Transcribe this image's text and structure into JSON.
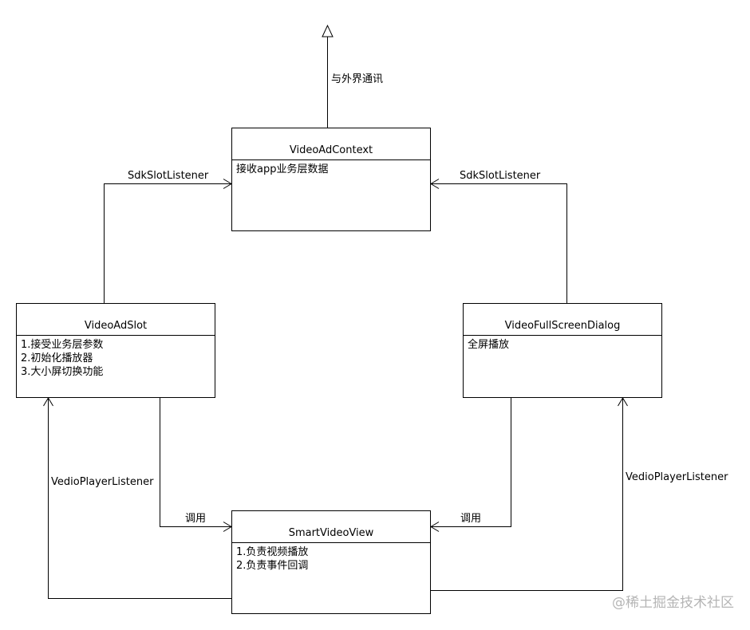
{
  "nodes": {
    "video_ad_context": {
      "title": "VideoAdContext",
      "lines": [
        "接收app业务层数据"
      ]
    },
    "video_ad_slot": {
      "title": "VideoAdSlot",
      "lines": [
        "1.接受业务层参数",
        "2.初始化播放器",
        "3.大小屏切换功能"
      ]
    },
    "video_full_screen_dialog": {
      "title": "VideoFullScreenDialog",
      "lines": [
        "全屏播放"
      ]
    },
    "smart_video_view": {
      "title": "SmartVideoView",
      "lines": [
        "1.负责视频播放",
        "2.负责事件回调"
      ]
    }
  },
  "edges": {
    "external": "与外界通讯",
    "slot_to_context": "SdkSlotListener",
    "dialog_to_context": "SdkSlotListener",
    "view_to_slot": "VedioPlayerListener",
    "view_to_dialog": "VedioPlayerListener",
    "slot_calls_view": "调用",
    "dialog_calls_view": "调用"
  },
  "watermark": "@稀土掘金技术社区"
}
